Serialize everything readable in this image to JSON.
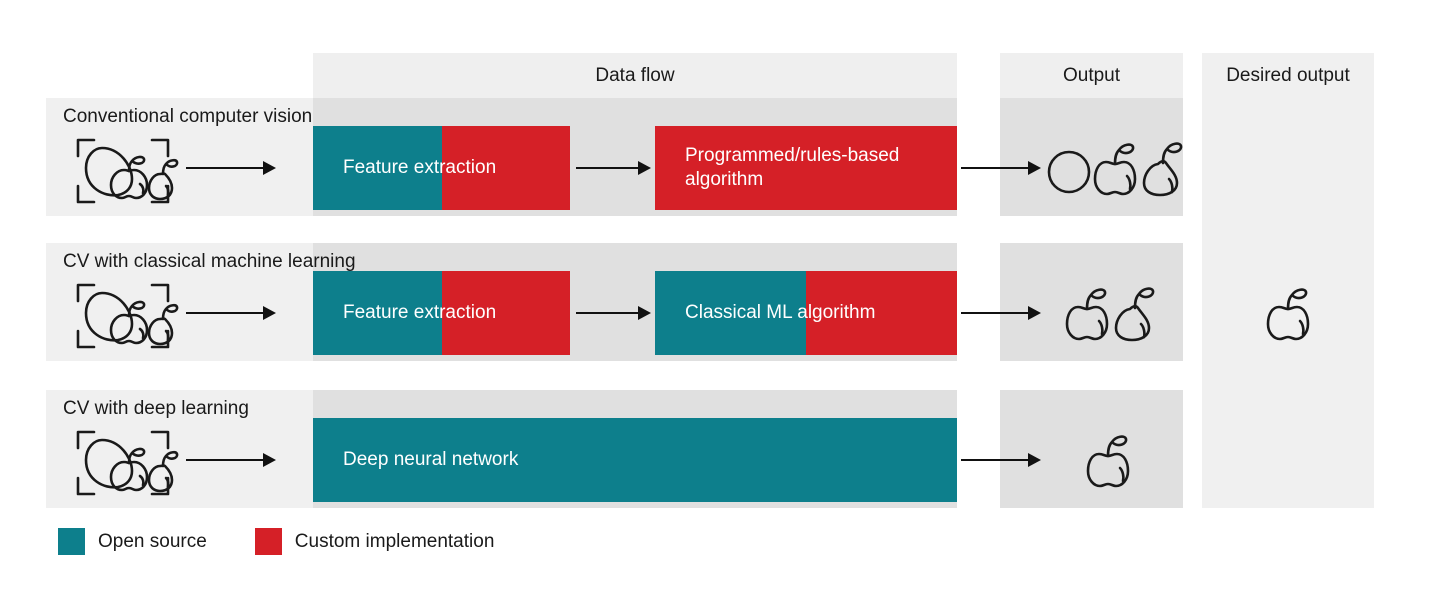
{
  "columns": {
    "data_flow": "Data flow",
    "output": "Output",
    "desired_output": "Desired output"
  },
  "colors": {
    "open_source_teal": "#0d7f8c",
    "custom_implementation_red": "#d52027",
    "row_band": "#e0e0e0",
    "label_band": "#f0f0f0",
    "header_band": "#efefef",
    "text": "#1a1a1a",
    "arrow": "#111111"
  },
  "rows": [
    {
      "title": "Conventional computer vision",
      "input_icon": "fruit-scan-icon",
      "blocks": [
        {
          "label": "Feature extraction",
          "segments": [
            {
              "color": "teal",
              "fraction": 0.5
            },
            {
              "color": "red",
              "fraction": 0.5
            }
          ]
        },
        {
          "label": "Programmed/rules-based algorithm",
          "segments": [
            {
              "color": "red",
              "fraction": 1.0
            }
          ]
        }
      ],
      "output_icons": [
        "circle-icon",
        "apple-icon",
        "pear-icon"
      ]
    },
    {
      "title": "CV with classical machine learning",
      "input_icon": "fruit-scan-icon",
      "blocks": [
        {
          "label": "Feature extraction",
          "segments": [
            {
              "color": "teal",
              "fraction": 0.5
            },
            {
              "color": "red",
              "fraction": 0.5
            }
          ]
        },
        {
          "label": "Classical ML algorithm",
          "segments": [
            {
              "color": "teal",
              "fraction": 0.5
            },
            {
              "color": "red",
              "fraction": 0.5
            }
          ]
        }
      ],
      "output_icons": [
        "apple-icon",
        "pear-icon"
      ]
    },
    {
      "title": "CV with deep learning",
      "input_icon": "fruit-scan-icon",
      "blocks": [
        {
          "label": "Deep neural network",
          "segments": [
            {
              "color": "teal",
              "fraction": 1.0
            }
          ]
        }
      ],
      "output_icons": [
        "apple-icon"
      ]
    }
  ],
  "desired_output_icon": "apple-icon",
  "legend": [
    {
      "label": "Open source",
      "color": "#0d7f8c"
    },
    {
      "label": "Custom implementation",
      "color": "#d52027"
    }
  ]
}
